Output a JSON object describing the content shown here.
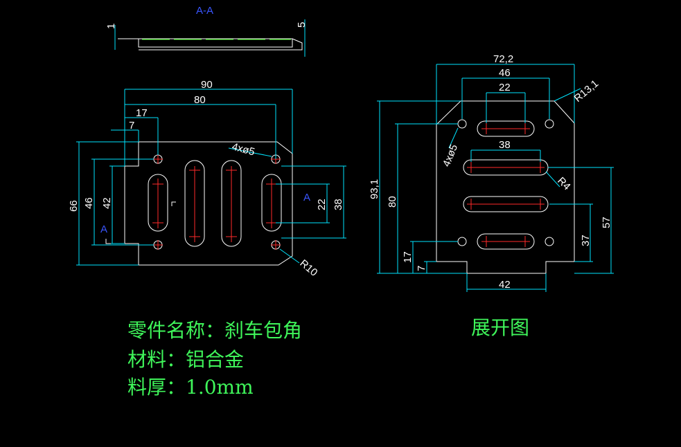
{
  "section_label": "A-A",
  "section_marker": "A",
  "side_view": {
    "dims": [
      "1",
      "5"
    ]
  },
  "front_view": {
    "dims": [
      "90",
      "80",
      "17",
      "7",
      "66",
      "46",
      "42",
      "22",
      "38"
    ],
    "hole_callout": "4xø5",
    "radius_callout": "R10"
  },
  "flat_view": {
    "dims": [
      "72,2",
      "46",
      "22",
      "38",
      "93,1",
      "80",
      "57",
      "37",
      "17",
      "7",
      "42"
    ],
    "hole_callout": "4xø5",
    "radius_callouts": [
      "R13,1",
      "R4"
    ],
    "title": "展开图"
  },
  "notes": {
    "part_name": "零件名称：刹车包角",
    "material": "材料：铝合金",
    "thickness": "料厚：1.0mm"
  },
  "colors": {
    "dimension": "#00e5ff",
    "outline": "#ffffff",
    "centerline": "#ff2a2a",
    "text": "#3ff55a",
    "section": "#3a56ff"
  }
}
